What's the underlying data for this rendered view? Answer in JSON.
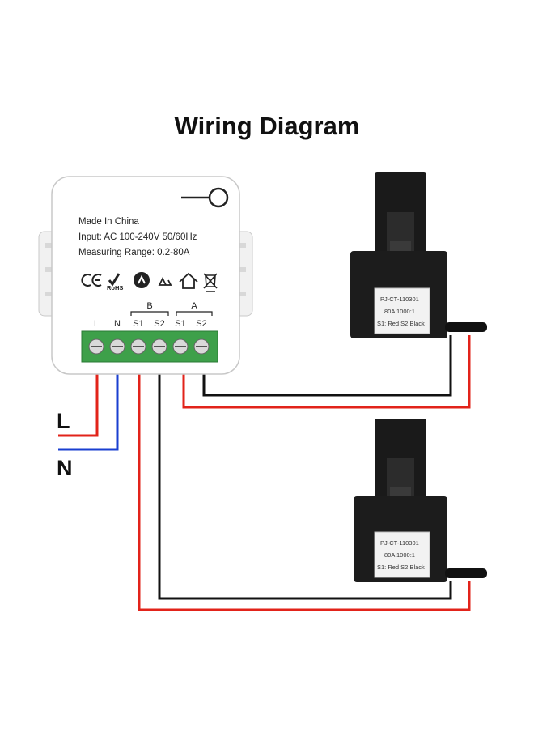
{
  "title": "Wiring Diagram",
  "module": {
    "info_lines": [
      "Made In China",
      "Input: AC 100-240V 50/60Hz",
      "Measuring Range: 0.2-80A"
    ],
    "terminals": [
      "L",
      "N",
      "S1",
      "S2",
      "S1",
      "S2"
    ],
    "groups": [
      "B",
      "A"
    ],
    "cert_marks": [
      "CE",
      "RoHS"
    ]
  },
  "mains": {
    "live": "L",
    "neutral": "N"
  },
  "ct_clamps": [
    {
      "lines": [
        "PJ-CT-110301",
        "80A 1000:1",
        "S1: Red  S2:Black"
      ]
    },
    {
      "lines": [
        "PJ-CT-110301",
        "80A 1000:1",
        "S1: Red  S2:Black"
      ]
    }
  ],
  "colors": {
    "red_wire": "#e2231a",
    "blue_wire": "#1a3fd0",
    "black_wire": "#111111",
    "terminal_green": "#3ea04a"
  }
}
